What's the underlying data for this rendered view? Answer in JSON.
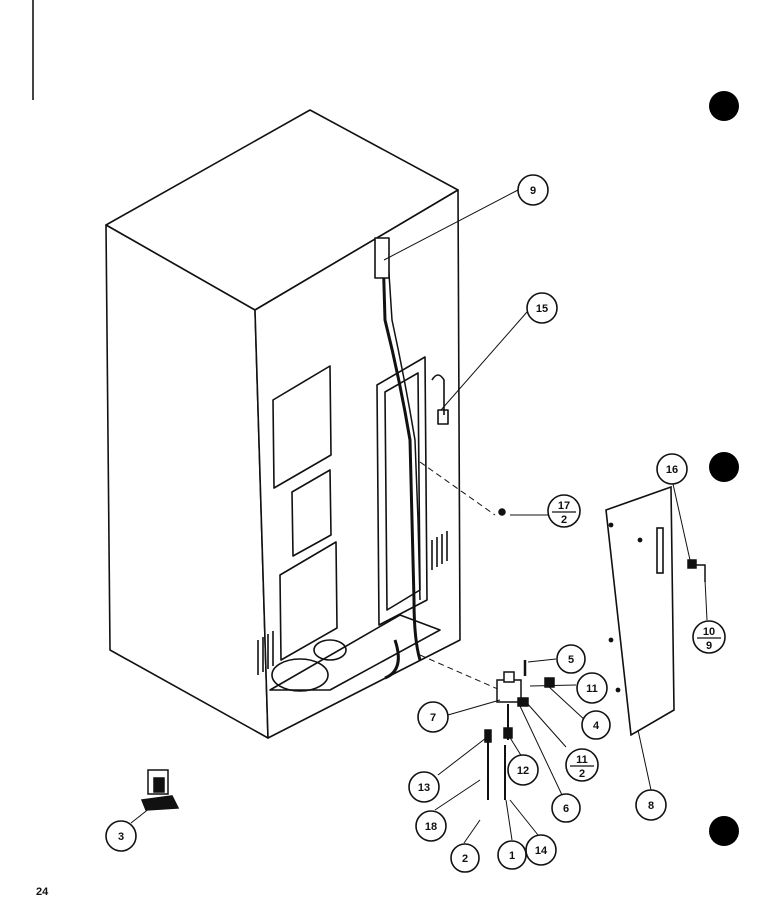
{
  "page_number": "24",
  "callouts": [
    {
      "id": "c9",
      "text": "9"
    },
    {
      "id": "c15",
      "text": "15"
    },
    {
      "id": "c16",
      "text": "16"
    },
    {
      "id": "c5",
      "text": "5"
    },
    {
      "id": "c11",
      "text": "11"
    },
    {
      "id": "c7",
      "text": "7"
    },
    {
      "id": "c4",
      "text": "4"
    },
    {
      "id": "c12",
      "text": "12"
    },
    {
      "id": "c13",
      "text": "13"
    },
    {
      "id": "c6",
      "text": "6"
    },
    {
      "id": "c8",
      "text": "8"
    },
    {
      "id": "c18",
      "text": "18"
    },
    {
      "id": "c14",
      "text": "14"
    },
    {
      "id": "c1",
      "text": "1"
    },
    {
      "id": "c2",
      "text": "2"
    },
    {
      "id": "c3",
      "text": "3"
    }
  ],
  "fraction_callouts": [
    {
      "id": "f17",
      "top": "17",
      "bottom": "2"
    },
    {
      "id": "f10",
      "top": "10",
      "bottom": "9"
    },
    {
      "id": "f11",
      "top": "11",
      "bottom": "2"
    }
  ],
  "colors": {
    "line": "#111111",
    "paper": "#ffffff"
  }
}
